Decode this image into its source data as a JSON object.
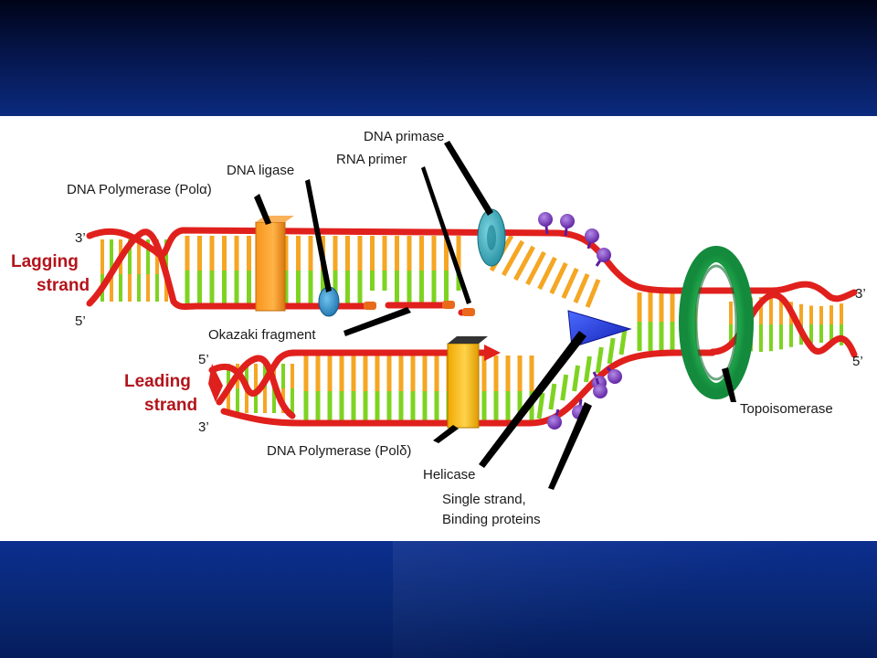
{
  "labels": {
    "dna_primase": "DNA primase",
    "rna_primer": "RNA primer",
    "dna_ligase": "DNA ligase",
    "dna_polymerase_alpha_prefix": "DNA Polymerase (Pol",
    "dna_polymerase_alpha_greek": "α",
    "dna_polymerase_alpha_suffix": ")",
    "okazaki_fragment": "Okazaki fragment",
    "dna_polymerase_delta_prefix": "DNA Polymerase (Pol",
    "dna_polymerase_delta_greek": "δ",
    "dna_polymerase_delta_suffix": ")",
    "helicase": "Helicase",
    "ssb_line1": "Single strand,",
    "ssb_line2": "Binding proteins",
    "topoisomerase": "Topoisomerase"
  },
  "strands": {
    "lagging_line1": "Lagging",
    "lagging_line2": "strand",
    "leading_line1": "Leading",
    "leading_line2": "strand"
  },
  "ends": {
    "lagging_top_left": "3’",
    "lagging_bottom_left": "5’",
    "leading_top_left": "5’",
    "leading_bottom_left": "3’",
    "right_top": "3’",
    "right_bottom": "5’"
  },
  "colors": {
    "backbone": "#e0201c",
    "base_green": "#7ed321",
    "base_orange": "#f5a623",
    "polymerase": "#f7941d",
    "polymerase_delta": "#f5b400",
    "ligase": "#2a8bc4",
    "primase": "#2aa7b8",
    "helicase": "#1e2fd6",
    "ssb": "#7a2bbf",
    "topoisomerase": "#1fa84a",
    "strand_label": "#b3141b"
  }
}
